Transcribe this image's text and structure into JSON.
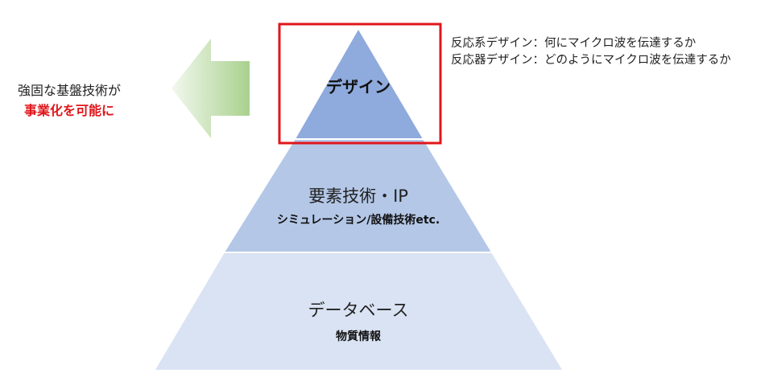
{
  "pyramid": {
    "top": {
      "label": "デザイン"
    },
    "middle": {
      "title": "要素技術・IP",
      "subtitle": "シミュレーション/設備技術etc."
    },
    "bottom": {
      "title": "データベース",
      "subtitle": "物質情報"
    }
  },
  "annotation": {
    "lines": [
      "反応系デザイン：何にマイクロ波を伝達するか",
      "反応器デザイン：どのようにマイクロ波を伝達するか"
    ]
  },
  "left_note": {
    "line1": "強固な基盤技術が",
    "line2": "事業化を可能に"
  },
  "colors": {
    "top_tier": "#8faadc",
    "middle_tier": "#b4c7e7",
    "bottom_tier": "#dae3f3",
    "highlight_box": "#e0161b",
    "arrow": "#a9d18e",
    "emphasis_text": "#e0161b"
  },
  "icons": {
    "arrow": "left-arrow-icon"
  }
}
